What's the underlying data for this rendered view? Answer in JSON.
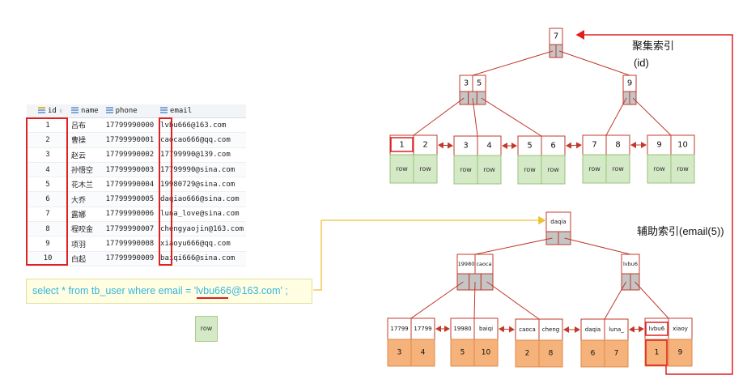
{
  "table": {
    "columns": [
      "id",
      "name",
      "phone",
      "email"
    ],
    "rows": [
      [
        "1",
        "吕布",
        "17799990000",
        "lvbu666@163.com"
      ],
      [
        "2",
        "曹操",
        "17799990001",
        "caocao666@qq.com"
      ],
      [
        "3",
        "赵云",
        "17799990002",
        "17799990@139.com"
      ],
      [
        "4",
        "孙悟空",
        "17799990003",
        "17799990@sina.com"
      ],
      [
        "5",
        "花木兰",
        "17799990004",
        "19980729@sina.com"
      ],
      [
        "6",
        "大乔",
        "17799990005",
        "daqiao666@sina.com"
      ],
      [
        "7",
        "露娜",
        "17799990006",
        "luna_love@sina.com"
      ],
      [
        "8",
        "程咬金",
        "17799990007",
        "chengyaojin@163.com"
      ],
      [
        "9",
        "项羽",
        "17799990008",
        "xiaoyu666@qq.com"
      ],
      [
        "10",
        "白起",
        "17799990009",
        "baiqi666@sina.com"
      ]
    ]
  },
  "query": "select * from tb_user where email = 'lvbu666@163.com' ;",
  "row_label": "row",
  "clustered_caption": "聚集索引",
  "clustered_sub": "(id)",
  "secondary_caption": "辅助索引(email(5))",
  "clustered": {
    "root": [
      "7"
    ],
    "mid": [
      [
        "3",
        "5"
      ],
      [
        "9"
      ]
    ],
    "leaves": [
      [
        "1",
        "2"
      ],
      [
        "3",
        "4"
      ],
      [
        "5",
        "6"
      ],
      [
        "7",
        "8"
      ],
      [
        "9",
        "10"
      ]
    ],
    "leaf_data": "row"
  },
  "secondary": {
    "root": [
      "daqia"
    ],
    "mid": [
      [
        "19980",
        "caoca"
      ],
      [
        "lvbu6"
      ]
    ],
    "leaves": [
      [
        "17799",
        "17799"
      ],
      [
        "19980",
        "baiqi"
      ],
      [
        "caoca",
        "cheng"
      ],
      [
        "daqia",
        "luna_"
      ],
      [
        "lvbu6",
        "xiaoy"
      ]
    ],
    "leaf_ids": [
      [
        "3",
        "4"
      ],
      [
        "5",
        "10"
      ],
      [
        "2",
        "8"
      ],
      [
        "6",
        "7"
      ],
      [
        "1",
        "9"
      ]
    ]
  },
  "colors": {
    "arrow_red": "#c0392b",
    "highlight_red": "#e02020",
    "leaf_green": "#d4e9c5",
    "leaf_orange": "#f5b27a",
    "node_gray": "#c5c5c5",
    "sql_text": "#36b6dc",
    "pointer_yellow": "#f0c030"
  }
}
